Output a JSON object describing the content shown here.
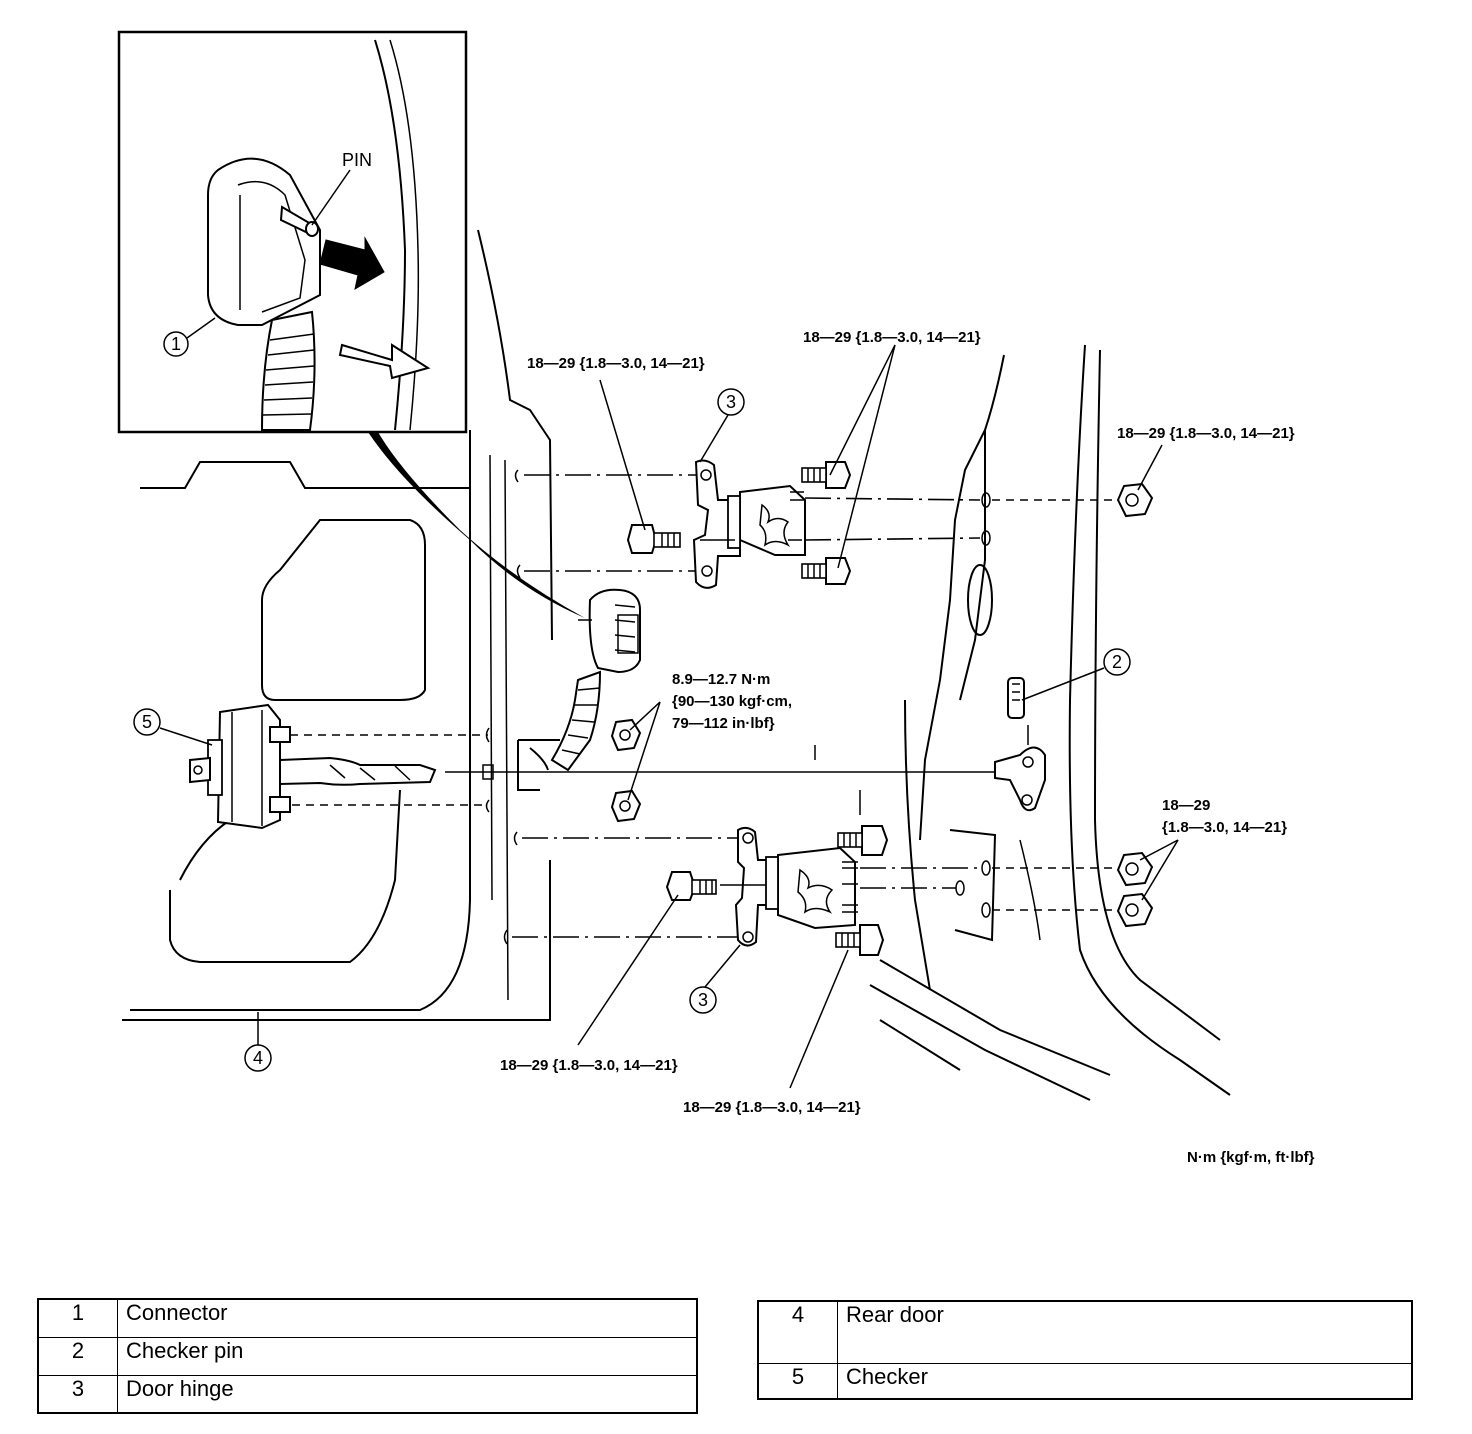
{
  "inset": {
    "pin_label": "PIN"
  },
  "callouts": {
    "c1": "1",
    "c2": "2",
    "c3_top": "3",
    "c3_bottom": "3",
    "c4": "4",
    "c5": "5"
  },
  "torque_specs": {
    "upper_hinge_left": "18—29 {1.8—3.0, 14—21}",
    "upper_hinge_right": "18—29 {1.8—3.0, 14—21}",
    "body_nut_upper": "18—29 {1.8—3.0, 14—21}",
    "checker_nuts": [
      "8.9—12.7 N·m",
      "{90—130 kgf·cm,",
      "79—112 in·lbf}"
    ],
    "body_nut_lower": [
      "18—29",
      "{1.8—3.0, 14—21}"
    ],
    "lower_hinge_left": "18—29 {1.8—3.0, 14—21}",
    "lower_hinge_right": "18—29 {1.8—3.0, 14—21}",
    "units_note": "N·m {kgf·m, ft·lbf}"
  },
  "legend": {
    "left": [
      {
        "num": "1",
        "name": "Connector"
      },
      {
        "num": "2",
        "name": "Checker pin"
      },
      {
        "num": "3",
        "name": "Door hinge"
      }
    ],
    "right": [
      {
        "num": "4",
        "name": "Rear door"
      },
      {
        "num": "5",
        "name": "Checker"
      }
    ]
  }
}
